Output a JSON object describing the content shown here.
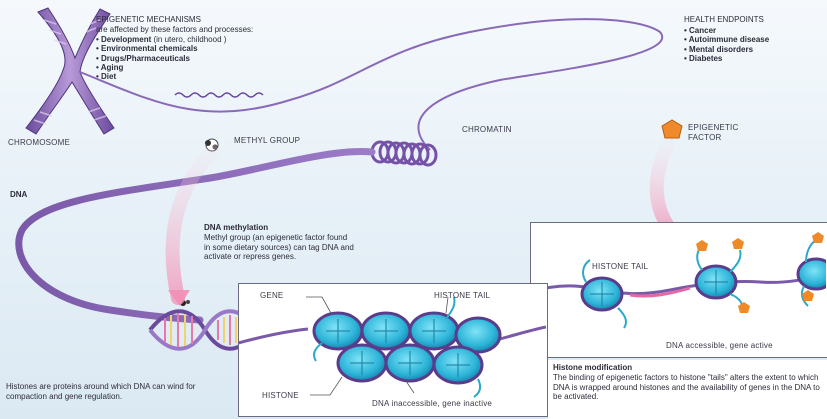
{
  "mechanisms": {
    "heading": "EPIGENETIC MECHANISMS",
    "subheading": "are affected by these factors and processes:",
    "items": [
      {
        "bold": "Development",
        "rest": " (in utero, childhood )"
      },
      {
        "bold": "Environmental chemicals"
      },
      {
        "bold": "Drugs/Pharmaceuticals"
      },
      {
        "bold": "Aging"
      },
      {
        "bold": "Diet"
      }
    ]
  },
  "health": {
    "heading": "HEALTH ENDPOINTS",
    "items": [
      "Cancer",
      "Autoimmune disease",
      "Mental disorders",
      "Diabetes"
    ]
  },
  "labels": {
    "chromatin": "CHROMATIN",
    "chromosome": "CHROMOSOME",
    "methyl_group": "METHYL GROUP",
    "epigenetic_factor": "EPIGENETIC FACTOR",
    "dna": "DNA",
    "histone_tail": "HISTONE TAIL",
    "gene": "GENE",
    "histone": "HISTONE",
    "gene_active": "DNA accessible, gene active",
    "gene_inactive": "DNA inaccessible, gene inactive"
  },
  "dna_methylation": {
    "title": "DNA methylation",
    "body": "Methyl group (an epigenetic factor found in some dietary sources) can tag DNA and activate or repress genes."
  },
  "histones_note": "Histones are proteins around which DNA can wind for compaction and gene regulation.",
  "histone_modification": {
    "title": "Histone modification",
    "body": "The binding of epigenetic factors to histone \"tails\" alters the extent to which DNA is wrapped around histones and the availability of genes in the DNA to be activated."
  },
  "colors": {
    "chromatin_purple": "#7a5aa8",
    "histone_cyan": "#2cb4d8",
    "arrow_pink": "#f28fb4",
    "epigenetic_factor_orange": "#ef8a2a"
  }
}
